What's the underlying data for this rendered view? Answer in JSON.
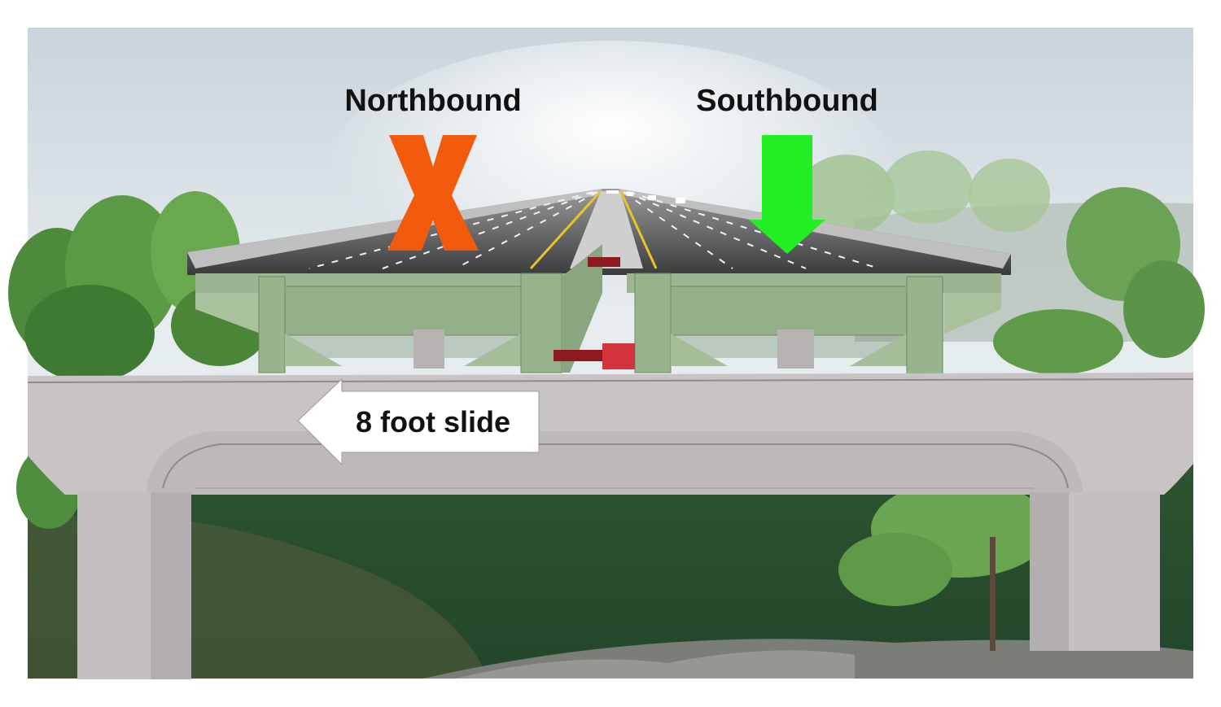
{
  "labels": {
    "northbound": "Northbound",
    "southbound": "Southbound",
    "slide": "8 foot slide"
  },
  "colors": {
    "closed_marker": "#f25a0e",
    "open_arrow": "#22ee22",
    "steel_girder": "#97b48c",
    "concrete": "#c8c3c4"
  },
  "markers": {
    "northbound_status": "x-mark-icon",
    "southbound_status": "down-arrow-icon",
    "slide_direction": "left-arrow-icon"
  }
}
